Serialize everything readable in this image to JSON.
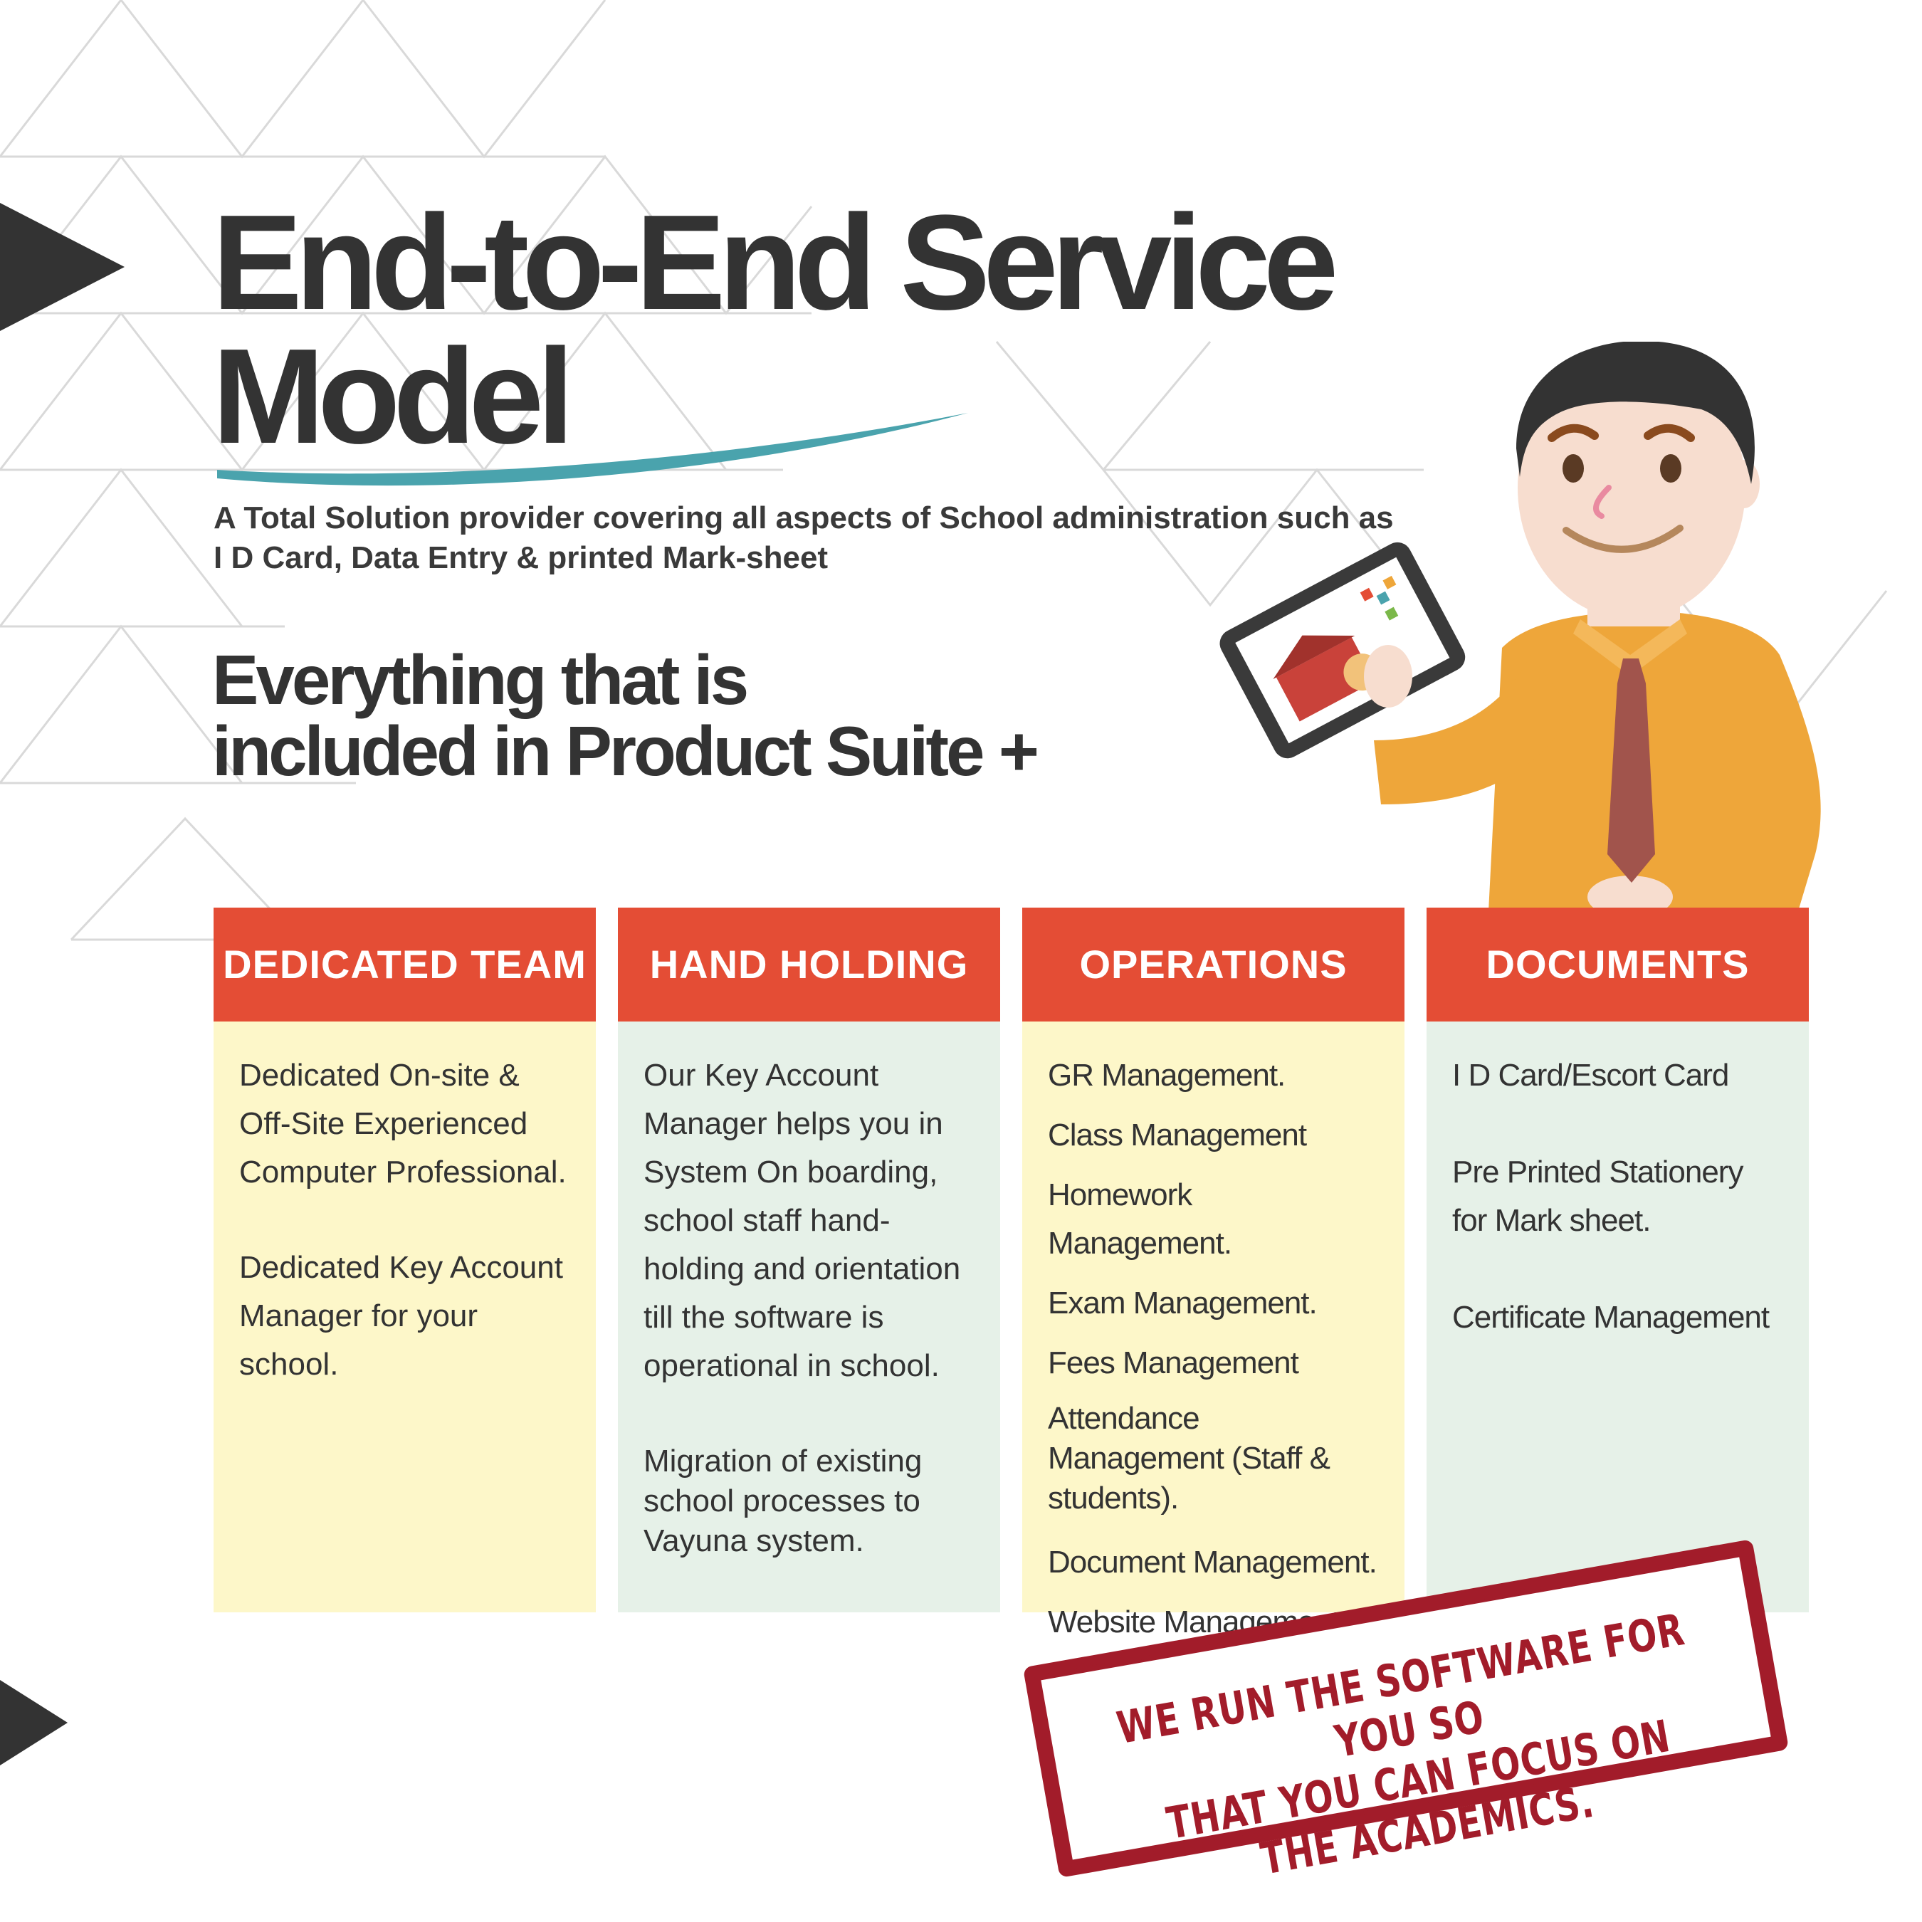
{
  "heading": {
    "title_line1": "End-to-End Service",
    "title_line2": "Model",
    "subtitle_line1": "A Total Solution provider covering all aspects of School administration such as",
    "subtitle_line2": "I D Card, Data Entry & printed Mark-sheet",
    "tagline_line1": "Everything that is",
    "tagline_line2": "included in Product Suite +"
  },
  "columns": [
    {
      "header": "DEDICATED TEAM",
      "paragraphs": [
        "Dedicated On-site & Off-Site Experienced Computer Professional.",
        "Dedicated Key Account Manager for your school."
      ]
    },
    {
      "header": "HAND HOLDING",
      "paragraphs": [
        "Our Key Account Manager helps you in System On boarding, school staff hand-holding and orientation till the software is operational in school.",
        "Migration of existing school processes to Vayuna system."
      ]
    },
    {
      "header": "OPERATIONS",
      "items": [
        "GR Management.",
        "Class Management",
        "Homework Management.",
        "Exam Management.",
        "Fees Management",
        "Attendance Management (Staff & students).",
        "Document Management.",
        "Website Management"
      ]
    },
    {
      "header": "DOCUMENTS",
      "items": [
        "I D Card/Escort Card",
        "Pre Printed Stationery for Mark sheet.",
        "Certificate Management"
      ]
    }
  ],
  "stamp": {
    "line1": "WE RUN THE SOFTWARE FOR YOU SO",
    "line2": "THAT YOU CAN FOCUS ON THE ACADEMICS."
  },
  "colors": {
    "header_red": "#e44d35",
    "yellow_panel": "#fdf7c9",
    "mint_panel": "#e6f1e8",
    "stamp_red": "#a21c2a",
    "swoosh_teal": "#4aa3ad",
    "shirt_orange": "#eea63a"
  }
}
